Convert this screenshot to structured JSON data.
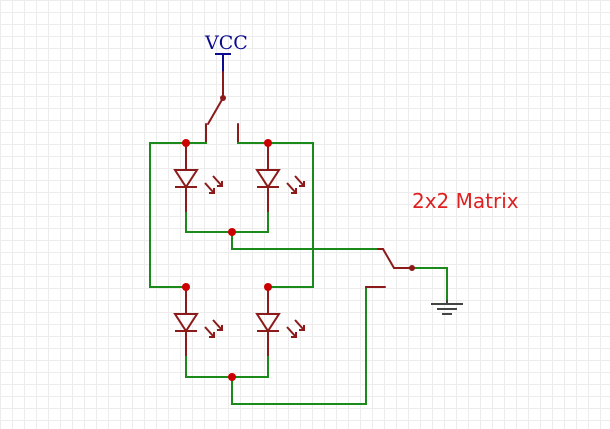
{
  "labels": {
    "vcc": "VCC",
    "title": "2x2 Matrix"
  },
  "colors": {
    "wire": "#1a8a1a",
    "component": "#8b1a1a",
    "junction": "#cc0000",
    "vcc": "#0b0b8f",
    "title": "#e02020",
    "grid": "#ececec",
    "background": "#ffffff"
  },
  "components": {
    "power": "vcc-terminal",
    "switches": [
      "row-select-switch",
      "column-select-switch"
    ],
    "leds": [
      "led-row1-col1",
      "led-row1-col2",
      "led-row2-col1",
      "led-row2-col2"
    ],
    "ground": "ground-symbol"
  }
}
